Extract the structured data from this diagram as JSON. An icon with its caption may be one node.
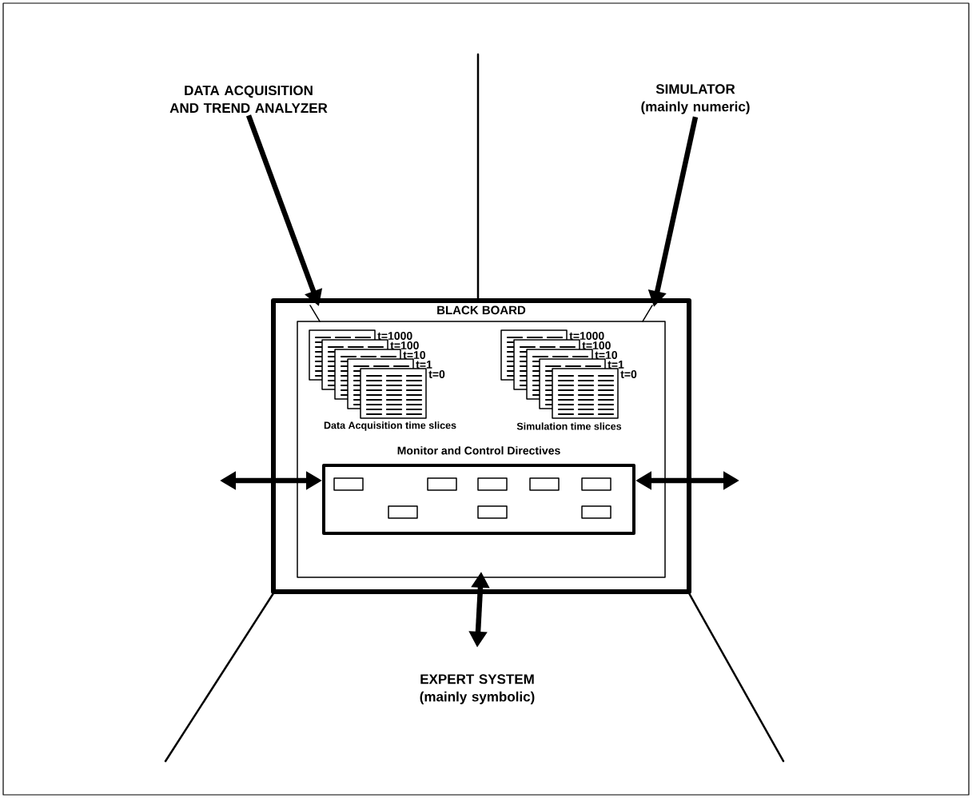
{
  "diagram": {
    "nodes": [
      {
        "text": [
          "BLACK BOARD"
        ]
      },
      {
        "text": [
          "Monitor and Control Directives"
        ],
        "in": 0
      },
      {
        "text": [
          "DATA ACQUISITION AND TREND ANALYZER"
        ]
      },
      {
        "text": [
          "SIMULATOR",
          "(mainly numeric)"
        ]
      },
      {
        "text": [
          "EXPERT SYSTEM",
          "(mainly symbolic)"
        ]
      }
    ],
    "edges": [
      {
        "from": 2,
        "to": 0,
        "arrow": "to"
      },
      {
        "from": 3,
        "to": 0,
        "arrow": "to"
      },
      {
        "from": null,
        "to": 1,
        "arrow": "both"
      },
      {
        "from": 1,
        "to": null,
        "arrow": "both"
      },
      {
        "from": 0,
        "to": 4,
        "arrow": "both"
      }
    ],
    "labels": [
      "t=1000",
      "t=100",
      "t=10",
      "t=1",
      "t=0",
      "t=1000",
      "t=100",
      "t=10",
      "t=1",
      "t=0",
      "Data Acquisition time slices",
      "Simulation time slices"
    ]
  }
}
